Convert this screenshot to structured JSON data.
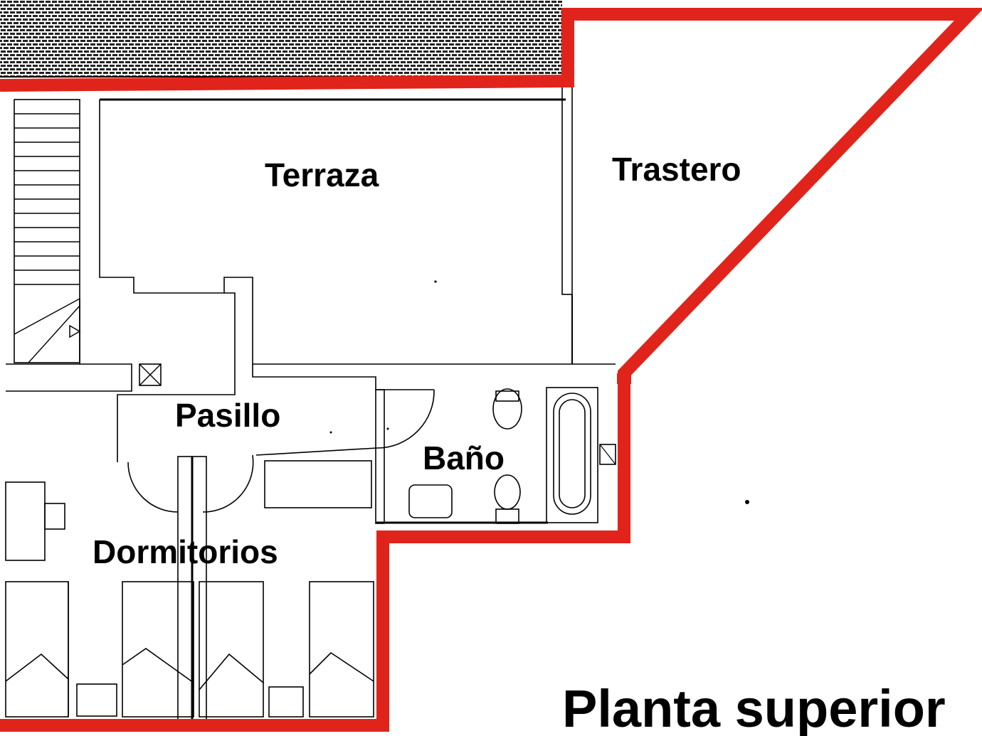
{
  "rooms": {
    "terraza": "Terraza",
    "trastero": "Trastero",
    "pasillo": "Pasillo",
    "bano": "Baño",
    "dormitorios": "Dormitorios"
  },
  "title": "Planta superior",
  "colors": {
    "outline": "#e0241b",
    "walls": "#000000",
    "roof_pattern": "#1a1a1a",
    "background": "#ffffff"
  }
}
